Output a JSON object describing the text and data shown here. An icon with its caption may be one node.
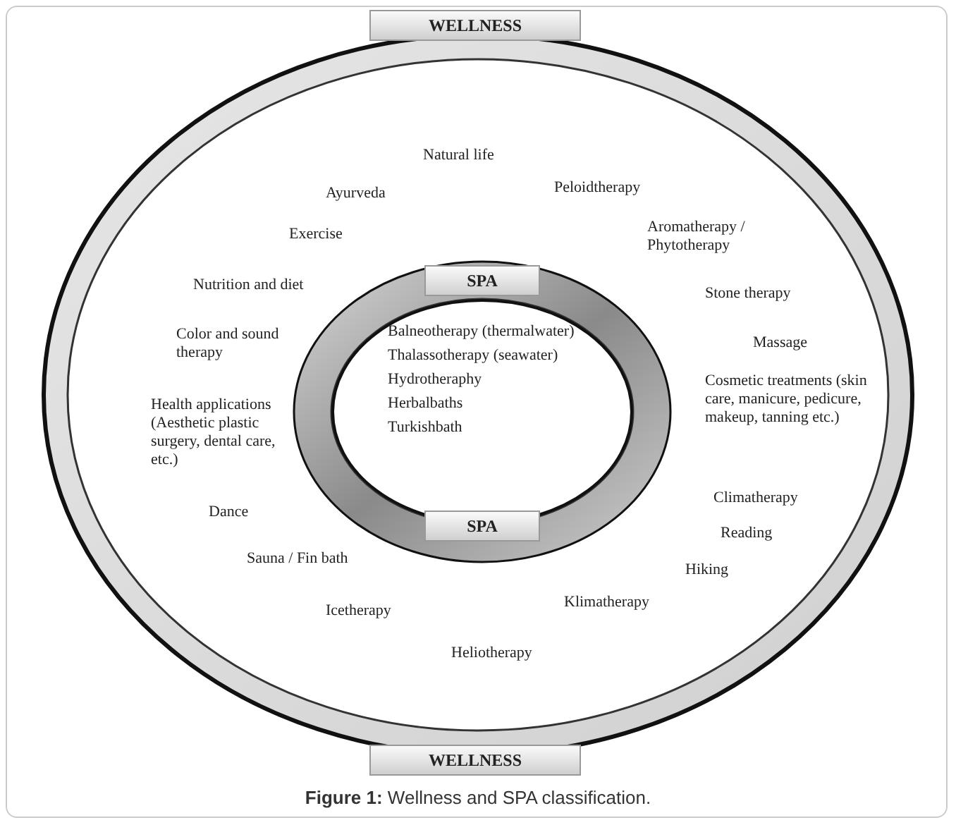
{
  "diagram": {
    "caption": "**Figure 1:** Wellness and SPA classification.",
    "nodes": [
      {
        "text": [
          "WELLNESS",
          "WELLNESS"
        ]
      },
      {
        "text": [
          "SPA",
          "SPA"
        ],
        "in": 0
      },
      {
        "text": [
          "Balneotherapy (thermalwater)",
          "Thalassotherapy (seawater)",
          "Hydrotheraphy",
          "Herbalbaths",
          "Turkishbath"
        ],
        "in": 1
      }
    ],
    "edges": [],
    "labels": [
      "Natural life",
      "Ayurveda",
      "Peloidtherapy",
      "Exercise",
      "Aromatherapy / Phytotherapy",
      "Nutrition and diet",
      "Stone therapy",
      "Color and sound therapy",
      "Massage",
      "Health applications (Aesthetic plastic surgery, dental care, etc.)",
      "Cosmetic treatments (skin care, manicure, pedicure, makeup, tanning etc.)",
      "Dance",
      "Climatherapy",
      "Sauna / Fin bath",
      "Reading",
      "Hiking",
      "Icetherapy",
      "Klimatherapy",
      "Heliotherapy"
    ]
  }
}
